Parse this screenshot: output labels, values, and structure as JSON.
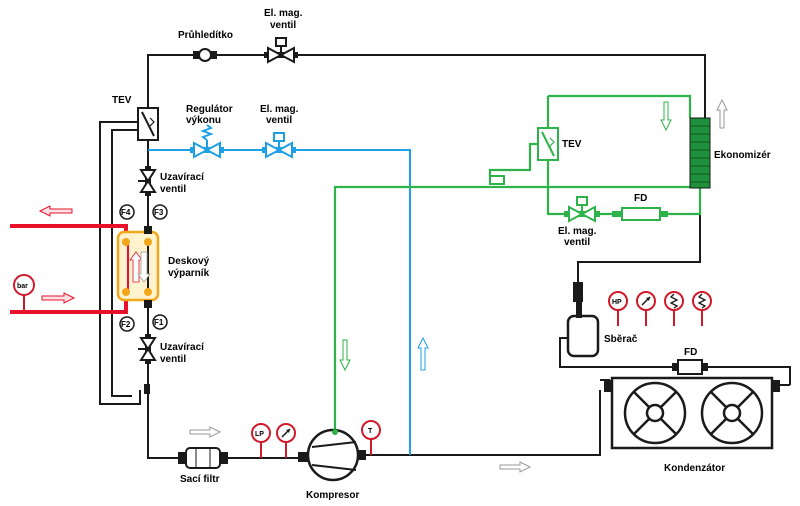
{
  "labels": {
    "pruhledítko": "Průhledítko",
    "elmag_top_1": "El. mag.",
    "elmag_top_2": "ventil",
    "tev_left": "TEV",
    "regulator_1": "Regulátor",
    "regulator_2": "výkonu",
    "elmag_mid_1": "El. mag.",
    "elmag_mid_2": "ventil",
    "uzav_top_1": "Uzavírací",
    "uzav_top_2": "ventil",
    "evap_1": "Deskový",
    "evap_2": "výparník",
    "uzav_bot_1": "Uzavírací",
    "uzav_bot_2": "ventil",
    "tev_right": "TEV",
    "ekonomizer": "Ekonomizér",
    "fd_right": "FD",
    "elmag_right_1": "El. mag.",
    "elmag_right_2": "ventil",
    "sberac": "Sběrač",
    "fd_bottom": "FD",
    "kondenzator": "Kondenzátor",
    "saci_filtr": "Sací filtr",
    "kompresor": "Kompresor",
    "f1": "F1",
    "f2": "F2",
    "f3": "F3",
    "f4": "F4",
    "bar": "bar",
    "lp": "LP",
    "hp": "HP",
    "t": "T"
  },
  "colors": {
    "line_black": "#1a1a1a",
    "line_blue": "#1ea0e6",
    "line_green": "#2db34a",
    "line_red": "#e8102a",
    "gauge_red": "#d11a2a",
    "evap_orange": "#f2a71b",
    "evap_fill": "#fff3cf"
  }
}
